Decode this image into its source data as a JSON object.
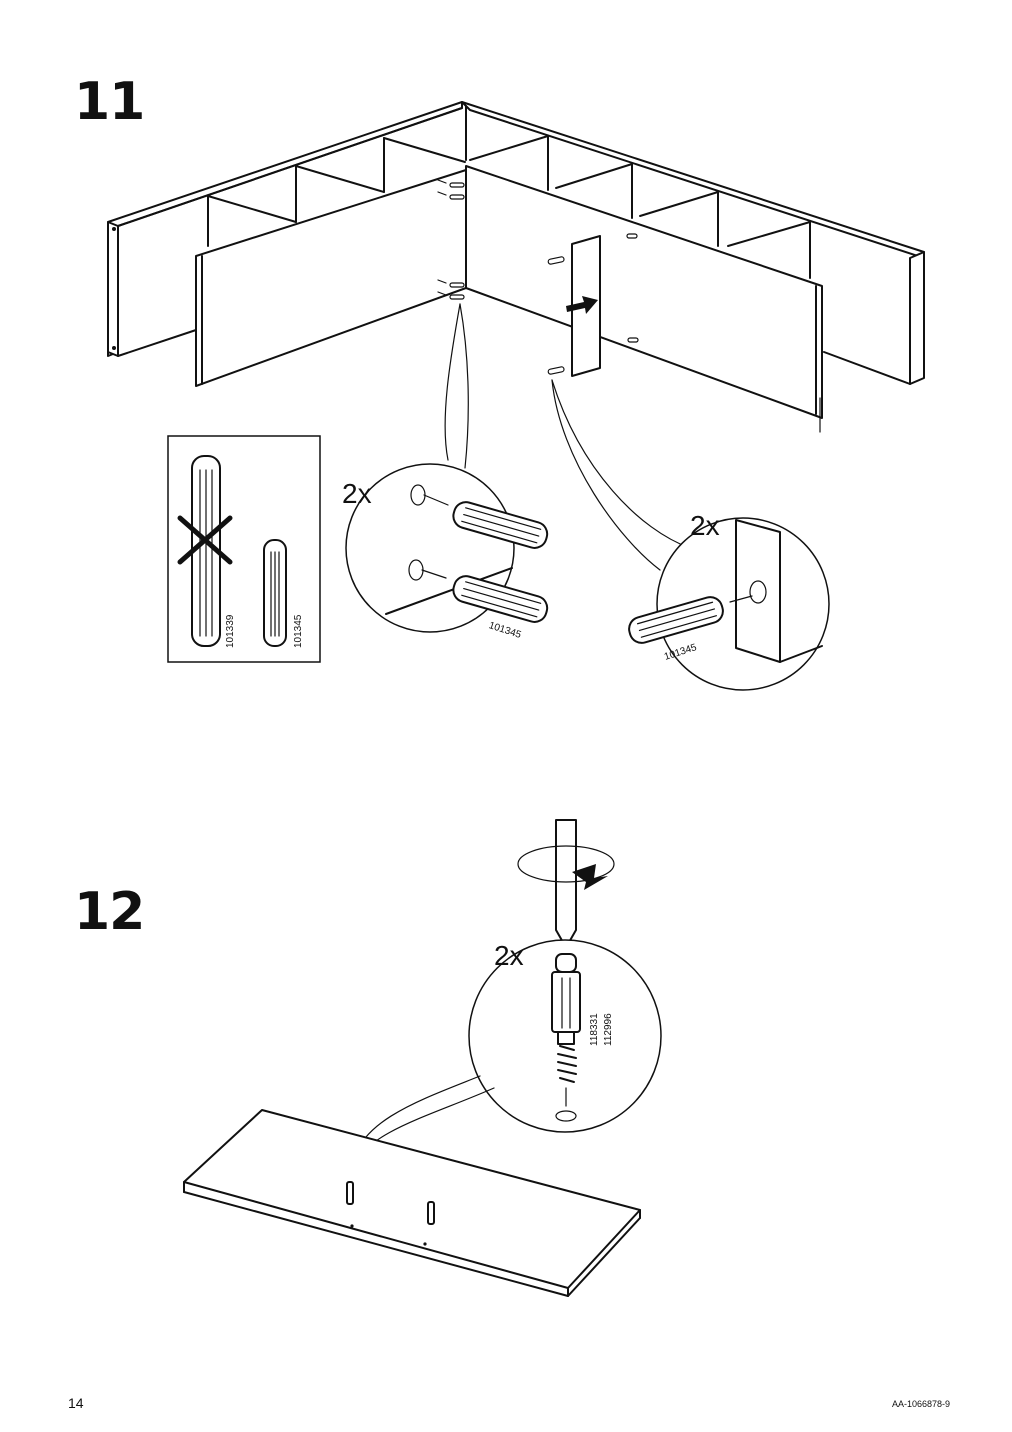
{
  "steps": [
    {
      "number": "11",
      "callouts": [
        {
          "quantity": "2x",
          "part": "101345"
        },
        {
          "quantity": "2x",
          "part": "101345"
        }
      ],
      "comparison": {
        "wrong_part": "101339",
        "right_part": "101345"
      }
    },
    {
      "number": "12",
      "callouts": [
        {
          "quantity": "2x",
          "part_a": "118331",
          "part_b": "112996"
        }
      ]
    }
  ],
  "footer": {
    "page_number": "14",
    "doc_id": "AA-1066878-9"
  }
}
